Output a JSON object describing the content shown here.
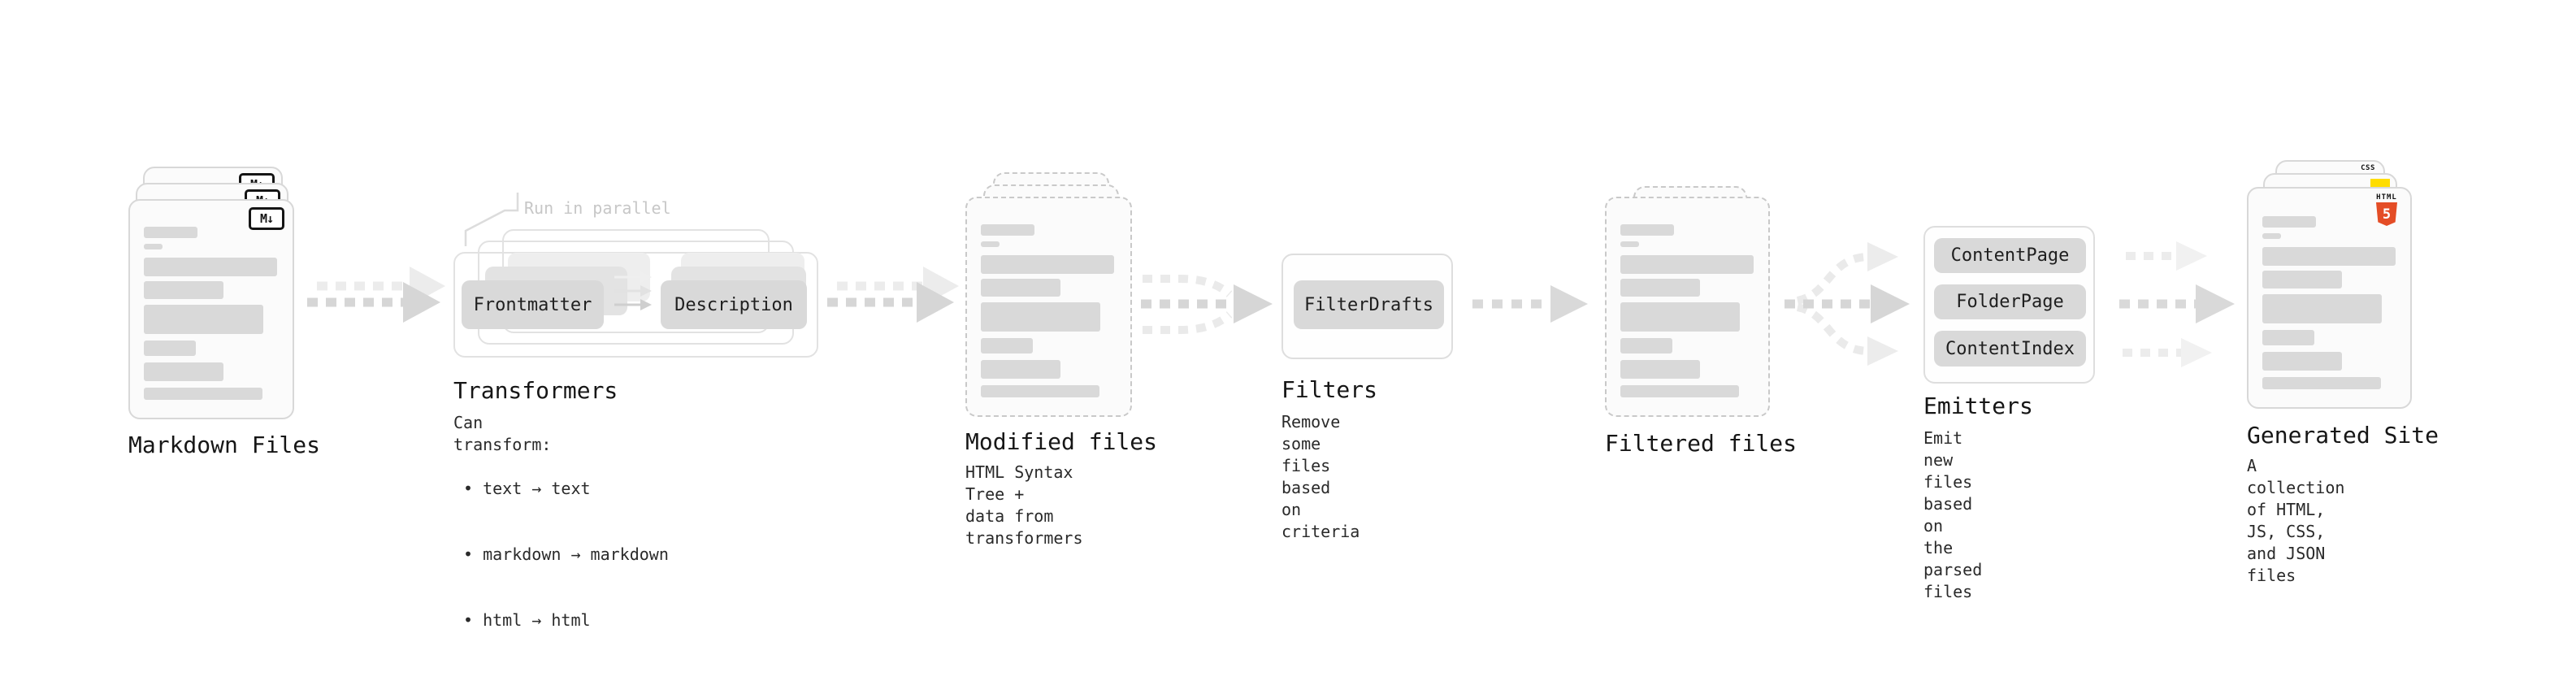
{
  "diagram": {
    "title_note": "static site generator pipeline diagram"
  },
  "colors": {
    "arrow_dark": "#d6d6d6",
    "arrow_light": "#ececec",
    "card_border": "#d8d8d8",
    "dashed_border": "#c9c9c9",
    "placeholder_bar": "#d9d9d9",
    "box_fill": "#d9d9d9",
    "css_blue": "#2b6fe3",
    "js_yellow": "#ffdd00",
    "html5_orange": "#e44d26"
  },
  "stages": {
    "markdown": {
      "title": "Markdown Files",
      "file_icon": "M↓"
    },
    "transformers": {
      "title": "Transformers",
      "parallel_label": "Run in parallel",
      "box_left": "Frontmatter",
      "box_right": "Description",
      "sub_label": "Can transform:",
      "bullets": [
        "• text → text",
        "• markdown → markdown",
        "• html → html"
      ]
    },
    "modified": {
      "title": "Modified files",
      "subtitle": "HTML Syntax Tree +\ndata from transformers"
    },
    "filters": {
      "title": "Filters",
      "box": "FilterDrafts",
      "subtitle": "Remove some files based\non criteria"
    },
    "filtered": {
      "title": "Filtered files"
    },
    "emitters": {
      "title": "Emitters",
      "boxes": [
        "ContentPage",
        "FolderPage",
        "ContentIndex"
      ],
      "subtitle": "Emit new files based on\nthe parsed files"
    },
    "generated": {
      "title": "Generated Site",
      "subtitle": "A collection of HTML,\nJS, CSS, and JSON files",
      "css_badge": "CSS",
      "html_badge": "HTML",
      "html_digit": "5"
    }
  }
}
